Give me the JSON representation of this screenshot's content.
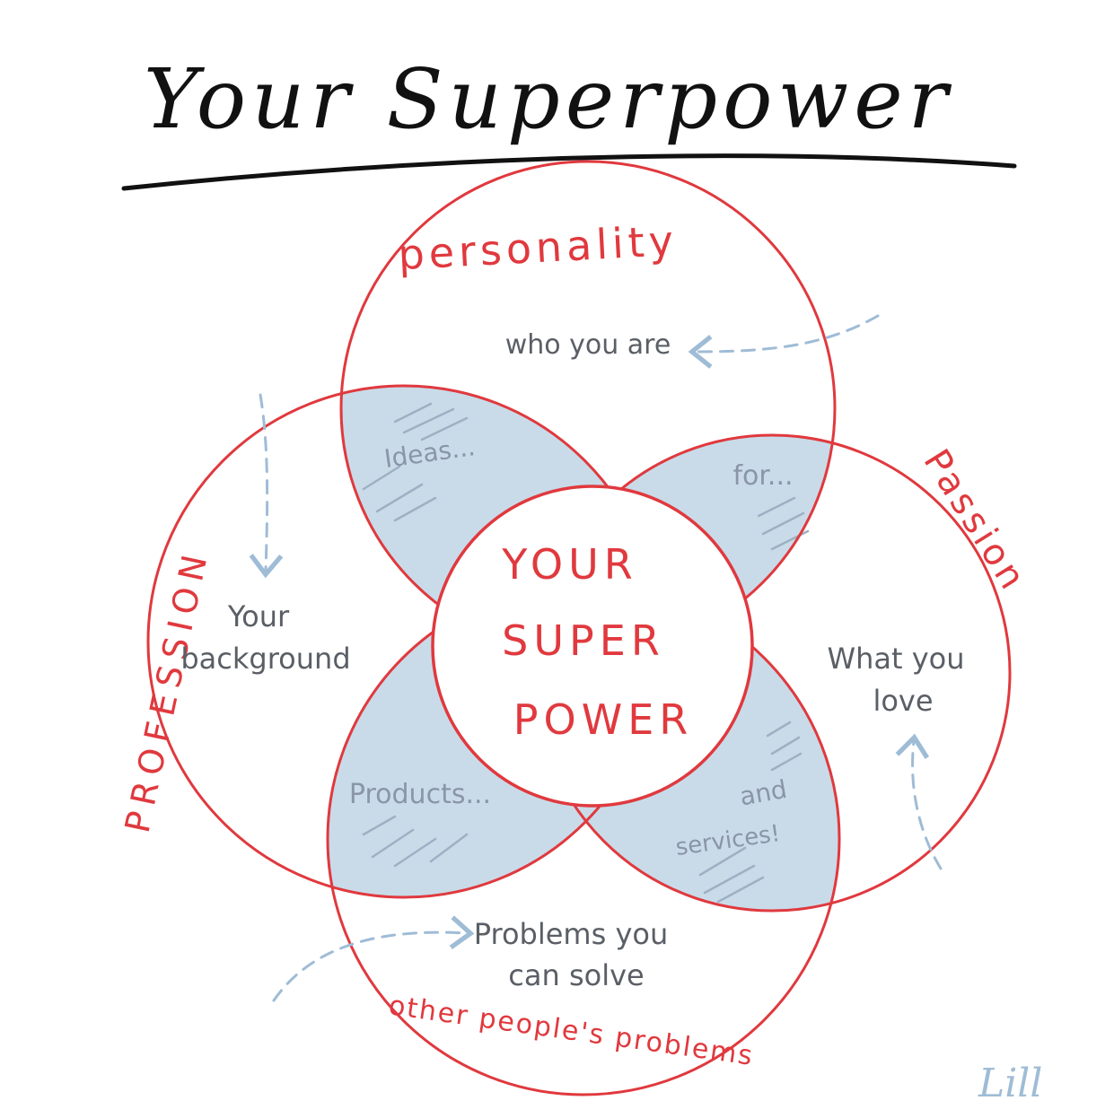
{
  "title": "Your Superpower",
  "center": {
    "line1": "YOUR",
    "line2": "SUPER",
    "line3": "POWER"
  },
  "circles": {
    "personality": {
      "label": "personality",
      "desc": "who you are"
    },
    "passion": {
      "label": "Passion",
      "desc_line1": "What you",
      "desc_line2": "love"
    },
    "profession": {
      "label": "PROFESSION",
      "desc_line1": "Your",
      "desc_line2": "background"
    },
    "problems": {
      "label": "other people's problems",
      "desc_line1": "Problems you",
      "desc_line2": "can solve"
    }
  },
  "petals": {
    "top_left": "Ideas...",
    "top_right": "for...",
    "bottom_left": "Products...",
    "bottom_right_line1": "and",
    "bottom_right_line2": "services!"
  },
  "signature": "Lill",
  "colors": {
    "circle_stroke": "#e0393e",
    "petal_fill": "#c9dbe8",
    "arrow": "#9fbcd6",
    "text_gray": "#5a5f66",
    "title": "#111111"
  }
}
